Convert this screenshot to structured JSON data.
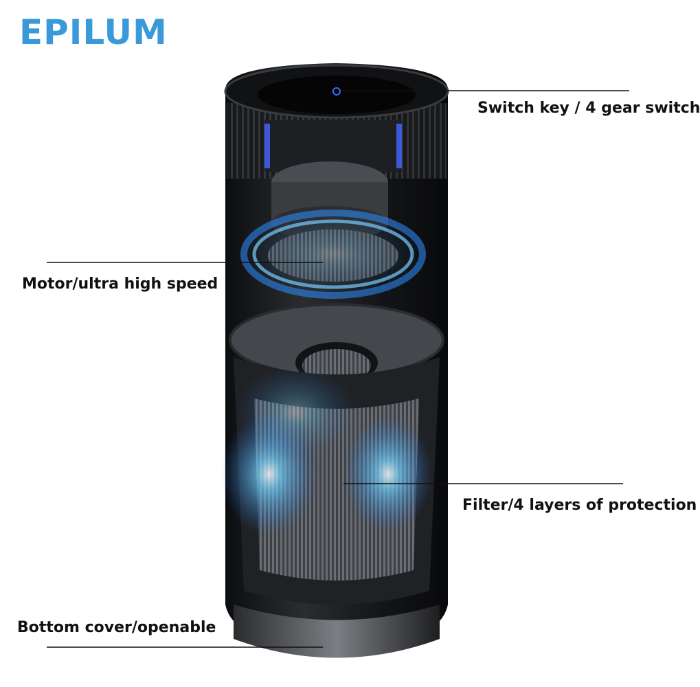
{
  "brand": {
    "logo_text": "EPILUM",
    "logo_color": "#3a9ad9"
  },
  "callouts": {
    "switch": "Switch key / 4 gear switch",
    "motor": "Motor/ultra high speed",
    "filter": "Filter/4 layers of protection",
    "bottom": "Bottom cover/openable"
  },
  "colors": {
    "body": "#1b1c1f",
    "glow": "#2f8fff",
    "filter_mesh": "#6a6d72"
  }
}
